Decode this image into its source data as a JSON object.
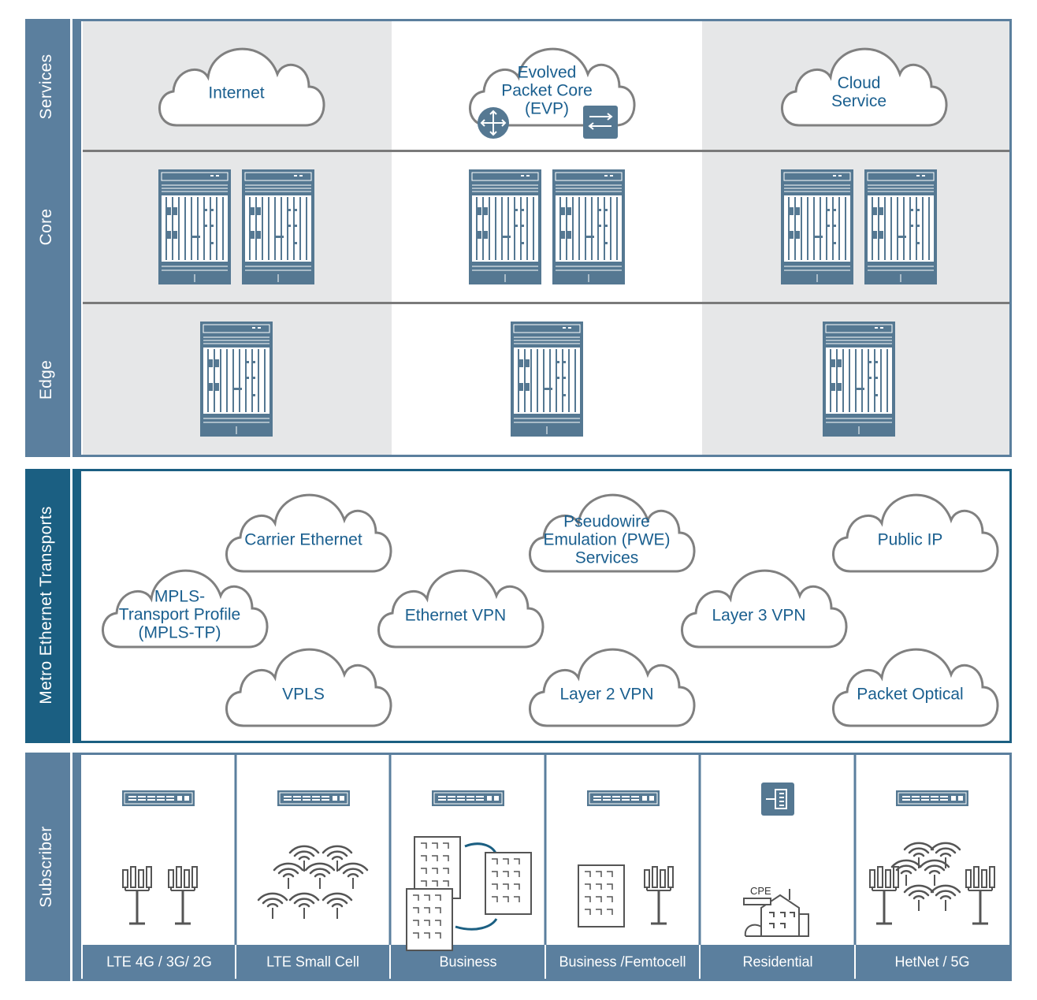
{
  "layers": {
    "services": "Services",
    "core": "Core",
    "edge": "Edge",
    "metro": "Metro Ethernet Transports",
    "subscriber": "Subscriber"
  },
  "services_clouds": {
    "internet": "Internet",
    "evp_line1": "Evolved",
    "evp_line2": "Packet Core",
    "evp_line3": "(EVP)",
    "cloud_line1": "Cloud",
    "cloud_line2": "Service"
  },
  "metro_clouds": {
    "carrier_ethernet": "Carrier Ethernet",
    "pwe_line1": "Pseudowire",
    "pwe_line2": "Emulation (PWE)",
    "pwe_line3": "Services",
    "public_ip": "Public IP",
    "mpls_line1": "MPLS-",
    "mpls_line2": "Transport Profile",
    "mpls_line3": "(MPLS-TP)",
    "ethernet_vpn": "Ethernet VPN",
    "layer3_vpn": "Layer 3 VPN",
    "vpls": "VPLS",
    "layer2_vpn": "Layer 2 VPN",
    "packet_optical": "Packet Optical"
  },
  "subscriber": {
    "lte": "LTE 4G / 3G/ 2G",
    "small_cell": "LTE Small Cell",
    "business": "Business",
    "femtocell": "Business /Femtocell",
    "residential": "Residential",
    "hetnet": "HetNet / 5G",
    "cpe": "CPE"
  },
  "colors": {
    "frame": "#5b7f9e",
    "metro_frame": "#1b5f82",
    "text_blue": "#1a5f8f",
    "band_gray": "#e6e7e8",
    "device": "#557892"
  }
}
